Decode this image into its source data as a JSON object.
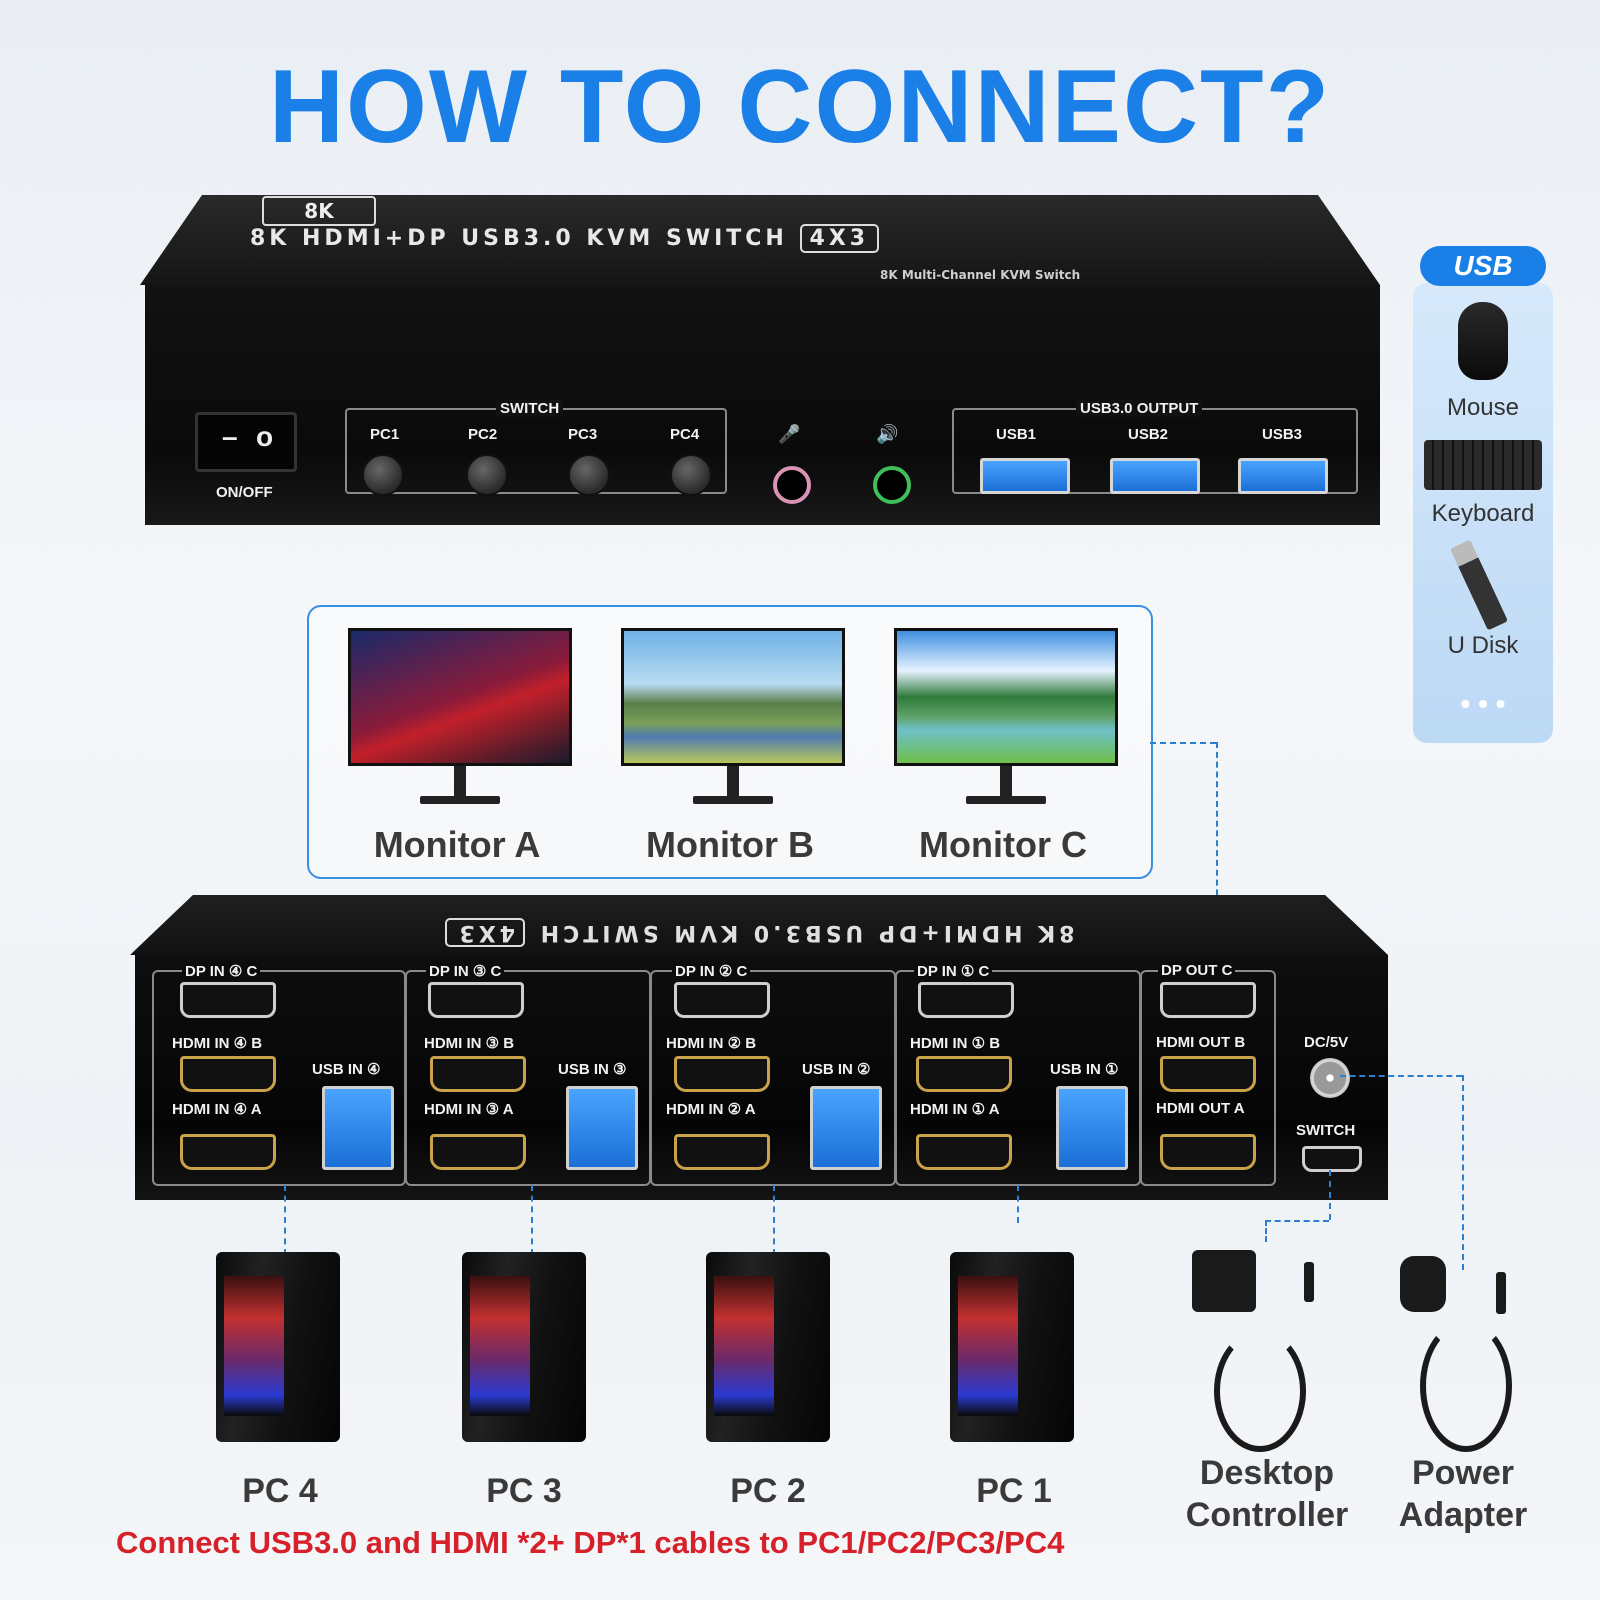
{
  "title": "HOW TO CONNECT?",
  "front": {
    "badge": "8K",
    "product_line": "8K HDMI+DP USB3.0 KVM SWITCH",
    "model": "4X3",
    "subtitle": "8K Multi-Channel KVM Switch",
    "power_label": "ON/OFF",
    "switch_group_label": "SWITCH",
    "pc_buttons": [
      "PC1",
      "PC2",
      "PC3",
      "PC4"
    ],
    "usb_group_label": "USB3.0 OUTPUT",
    "usb_outputs": [
      "USB1",
      "USB2",
      "USB3"
    ]
  },
  "monitors": [
    "Monitor A",
    "Monitor B",
    "Monitor C"
  ],
  "usb_panel": {
    "tab": "USB",
    "items": [
      "Mouse",
      "Keyboard",
      "U Disk"
    ],
    "more": "• • •"
  },
  "rear": {
    "groups": [
      {
        "dp": "DP IN ④ C",
        "hdmi_b": "HDMI IN ④ B",
        "hdmi_a": "HDMI IN ④ A",
        "usb": "USB IN ④"
      },
      {
        "dp": "DP IN ③ C",
        "hdmi_b": "HDMI IN ③ B",
        "hdmi_a": "HDMI IN ③ A",
        "usb": "USB IN ③"
      },
      {
        "dp": "DP IN ② C",
        "hdmi_b": "HDMI IN ② B",
        "hdmi_a": "HDMI IN ② A",
        "usb": "USB IN ②"
      },
      {
        "dp": "DP IN ① C",
        "hdmi_b": "HDMI IN ① B",
        "hdmi_a": "HDMI IN ① A",
        "usb": "USB IN ①"
      }
    ],
    "out": {
      "dp": "DP OUT C",
      "hdmi_b": "HDMI OUT B",
      "hdmi_a": "HDMI OUT A"
    },
    "dc_label": "DC/5V",
    "switch_label": "SWITCH"
  },
  "pcs": [
    "PC 4",
    "PC 3",
    "PC 2",
    "PC 1"
  ],
  "devices": {
    "controller": "Desktop Controller",
    "adapter": "Power Adapter"
  },
  "note": "Connect USB3.0 and HDMI *2+ DP*1 cables to PC1/PC2/PC3/PC4",
  "colors": {
    "title": "#1a7fe6",
    "note": "#d6202a",
    "dash": "#2a7fd0"
  }
}
